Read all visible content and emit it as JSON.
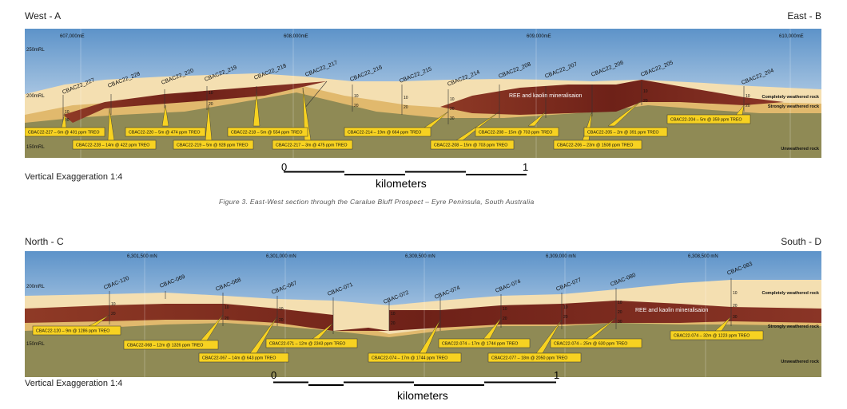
{
  "section1": {
    "left_label": "West - A",
    "right_label": "East - B",
    "eastings": [
      "607,000mE",
      "608,000mE",
      "609,000mE",
      "610,000mE"
    ],
    "elevations": [
      "250mRL",
      "200mRL",
      "150mRL"
    ],
    "holes": [
      "CBAC22_227",
      "CBAC22_228",
      "CBAC22_220",
      "CBAC22_219",
      "CBAC22_218",
      "CBAC22_217",
      "CBAC22_216",
      "CBAC22_215",
      "CBAC22_214",
      "CBAC22_208",
      "CBAC22_207",
      "CBAC22_206",
      "CBAC22_205",
      "CBAC22_204"
    ],
    "zone_label": "REE and kaolin mineralisaion",
    "layers": [
      "Completely weathered rock",
      "Strongly weathered rock",
      "Unweathered rock"
    ],
    "callouts": [
      "CBAC22-227 – 6m @ 401 ppm TREO",
      "CBAC22-228 – 14m @ 422 ppm TREO",
      "CBAC22-220 – 5m @ 474 ppm TREO",
      "CBAC22-219 – 5m @ 928 ppm TREO",
      "CBAC22-218 – 5m @ 554 ppm TREO",
      "CBAC22-217 – 3m @ 475 ppm TREO",
      "CBAC22-214 – 19m @ 664 ppm TREO",
      "CBAC22-208 – 15m @ 703 ppm TREO",
      "CBAC22-208 – 15m @ 703 ppm TREO",
      "CBAC22-206 – 23m @ 1508 ppm TREO",
      "CBAC22-205 – 2m @ 391 ppm TREO",
      "CBAC22-204 – 5m @ 359 ppm TREO"
    ],
    "depth_ticks": [
      "10",
      "20",
      "30"
    ],
    "vertical_exaggeration": "Vertical Exaggeration 1:4",
    "scale_start": "0",
    "scale_end": "1",
    "scale_unit": "kilometers"
  },
  "caption": "Figure 3.  East-West section through the Caralue Bluff Prospect – Eyre Peninsula, South Australia",
  "section2": {
    "left_label": "North - C",
    "right_label": "South - D",
    "northings": [
      "6,301,500 mN",
      "6,301,000 mN",
      "6,309,500 mN",
      "6,309,000 mN",
      "6,308,500 mN"
    ],
    "elevations": [
      "200mRL",
      "150mRL"
    ],
    "holes": [
      "CBAC-120",
      "CBAC-069",
      "CBAC-068",
      "CBAC-067",
      "CBAC-071",
      "CBAC-072",
      "CBAC-074",
      "CBAC-074",
      "CBAC-077",
      "CBAC-080",
      "CBAC-083"
    ],
    "zone_label": "REE and kaolin mineralisaion",
    "layers": [
      "Completely weathered rock",
      "Strongly weathered rock",
      "Unweathered rock"
    ],
    "callouts": [
      "CBAC22-120 – 9m @ 1286 ppm TREO",
      "CBAC22-068 – 12m @ 1326 ppm TREO",
      "CBAC22-067 – 14m @ 643 ppm TREO",
      "CBAC22-071 – 12m @ 2343 ppm TREO",
      "CBAC22-074 – 17m @ 1744 ppm TREO",
      "CBAC22-074 – 17m @ 1744 ppm TREO",
      "CBAC22-077 – 18m @ 2050 ppm TREO",
      "CBAC22-074 – 25m @ 630 ppm TREO",
      "CBAC22-074 – 32m @ 1223 ppm TREO"
    ],
    "depth_ticks": [
      "10",
      "20",
      "30"
    ],
    "vertical_exaggeration": "Vertical Exaggeration 1:4",
    "scale_start": "0",
    "scale_end": "1",
    "scale_unit": "kilometers"
  }
}
